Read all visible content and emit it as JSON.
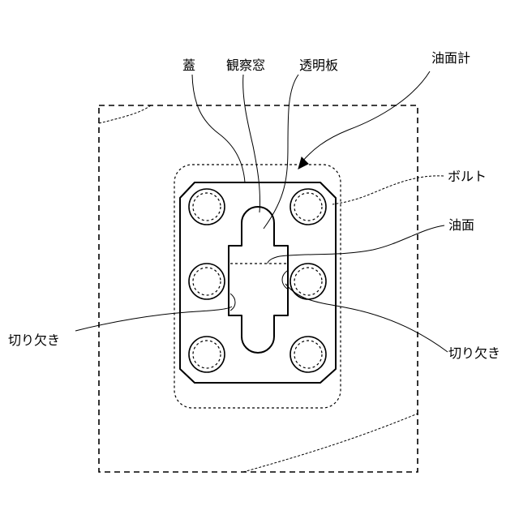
{
  "labels": {
    "lid": "蓋",
    "observation_window": "観察窓",
    "transparent_plate": "透明板",
    "oil_level_gauge": "油面計",
    "bolt": "ボルト",
    "oil_surface": "油面",
    "notch_left": "切り欠き",
    "notch_right": "切り欠き"
  }
}
